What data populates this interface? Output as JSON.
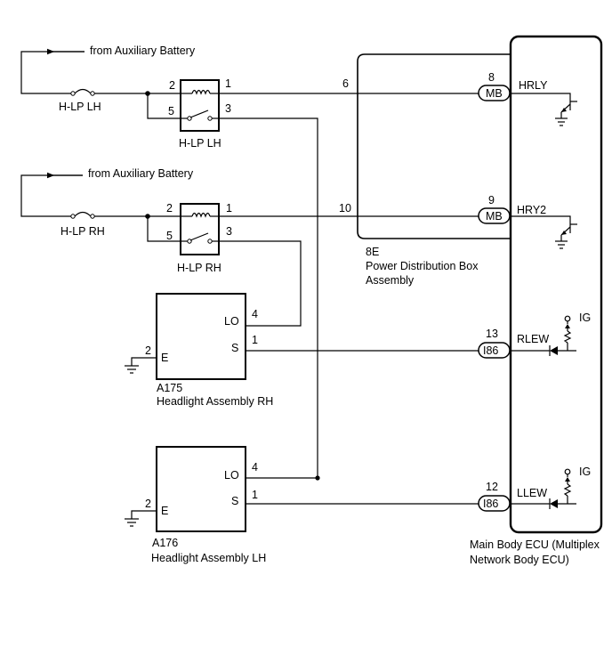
{
  "supply": {
    "lh": {
      "source": "from Auxiliary Battery",
      "fuse": "H-LP LH"
    },
    "rh": {
      "source": "from Auxiliary Battery",
      "fuse": "H-LP RH"
    }
  },
  "relays": {
    "lh": {
      "label": "H-LP LH",
      "pin_coil_in": "2",
      "pin_coil_out": "1",
      "pin_sw_in": "5",
      "pin_sw_out": "3"
    },
    "rh": {
      "label": "H-LP RH",
      "pin_coil_in": "2",
      "pin_coil_out": "1",
      "pin_sw_in": "5",
      "pin_sw_out": "3"
    }
  },
  "pdb": {
    "connector": "8E",
    "name_line1": "Power Distribution Box",
    "name_line2": "Assembly",
    "pin_lh": "6",
    "pin_rh": "10"
  },
  "headlights": {
    "rh": {
      "code": "A175",
      "name": "Headlight Assembly RH",
      "pin_e": "2",
      "label_e": "E",
      "pin_lo": "4",
      "label_lo": "LO",
      "pin_s": "1",
      "label_s": "S"
    },
    "lh": {
      "code": "A176",
      "name": "Headlight Assembly LH",
      "pin_e": "2",
      "label_e": "E",
      "pin_lo": "4",
      "label_lo": "LO",
      "pin_s": "1",
      "label_s": "S"
    }
  },
  "ecu": {
    "name_line1": "Main Body ECU (Multiplex",
    "name_line2": "Network Body ECU)",
    "terminals": [
      {
        "pin": "8",
        "connector": "MB",
        "signal": "HRLY"
      },
      {
        "pin": "9",
        "connector": "MB",
        "signal": "HRY2"
      },
      {
        "pin": "13",
        "connector": "I86",
        "signal": "RLEW",
        "supply": "IG"
      },
      {
        "pin": "12",
        "connector": "I86",
        "signal": "LLEW",
        "supply": "IG"
      }
    ]
  }
}
